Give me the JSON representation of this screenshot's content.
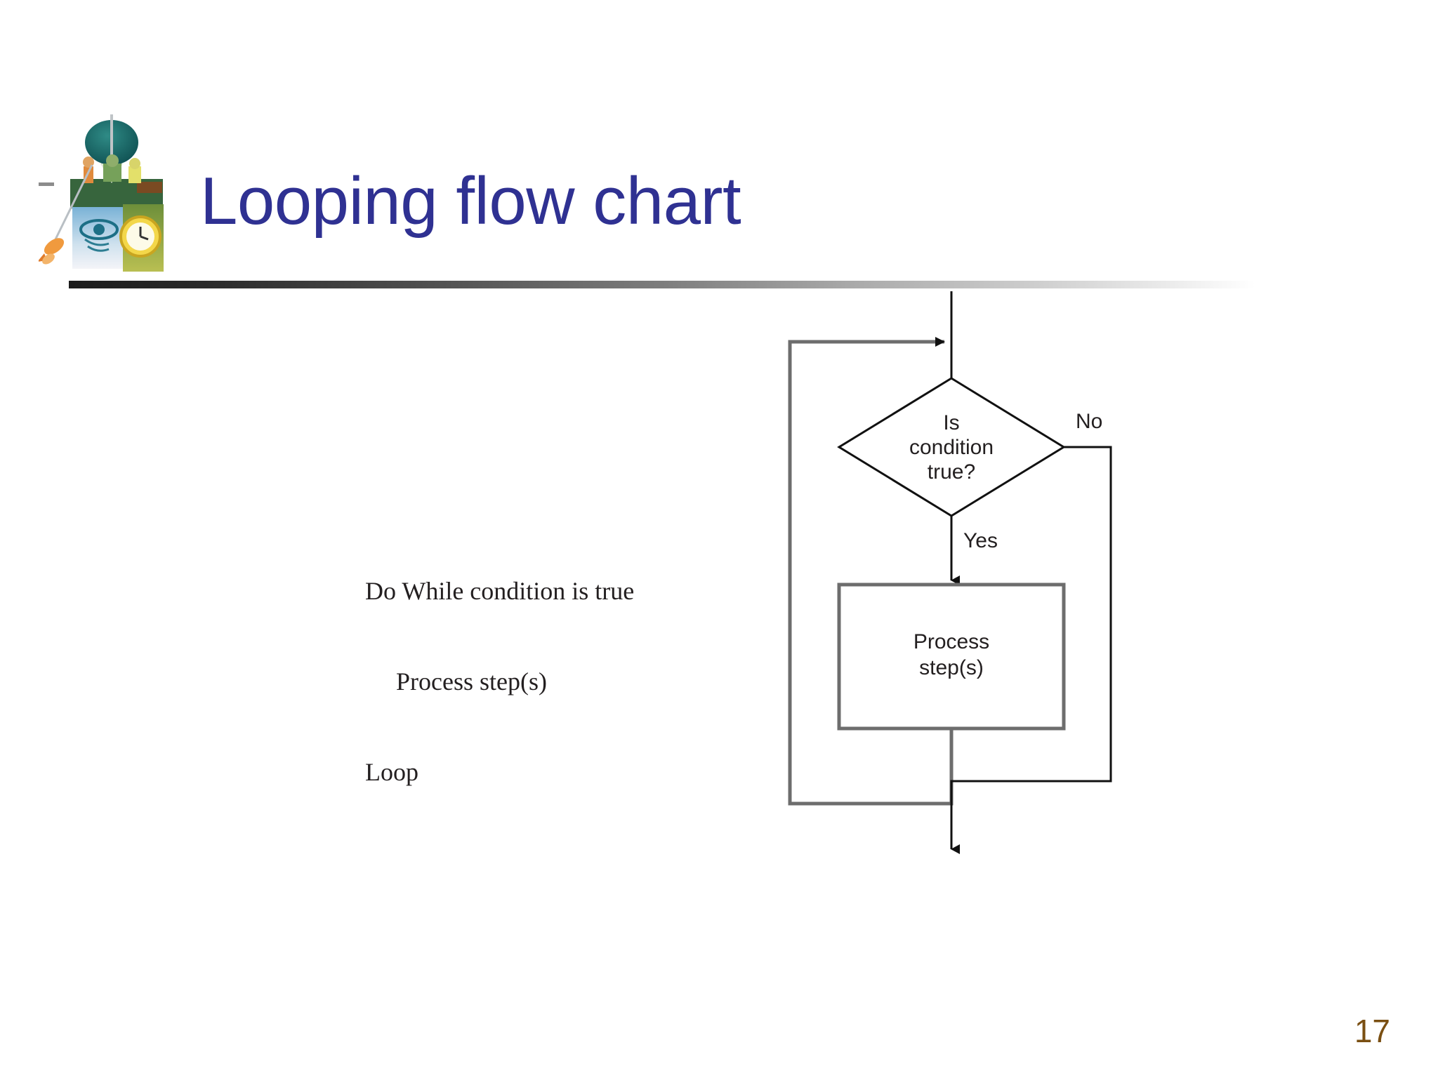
{
  "slide": {
    "title": "Looping flow chart",
    "title_color": "#2f3192",
    "page_number": "17",
    "page_number_color": "#7a4f12",
    "background": "#ffffff",
    "decoration": {
      "clipart_name": "fishing-eye-clock-collage",
      "rule_name": "title-underline-gradient-rule"
    }
  },
  "pseudocode": {
    "name": "do-while-loop-pseudocode",
    "lines": [
      "Do While condition is true",
      "Process step(s)",
      "Loop"
    ],
    "indented": [
      false,
      true,
      false
    ]
  },
  "chart_data": {
    "type": "diagram",
    "title": "Looping flow chart",
    "nodes": [
      {
        "id": "decision",
        "shape": "diamond",
        "label": "Is\ncondition\ntrue?",
        "label_lines": [
          "Is",
          "condition",
          "true?"
        ]
      },
      {
        "id": "process",
        "shape": "rectangle",
        "label": "Process\nstep(s)",
        "label_lines": [
          "Process",
          "step(s)"
        ]
      }
    ],
    "edges": [
      {
        "from": "entry",
        "to": "decision",
        "label": ""
      },
      {
        "from": "decision",
        "to": "process",
        "label": "Yes"
      },
      {
        "from": "decision",
        "to": "exit",
        "label": "No"
      },
      {
        "from": "process",
        "to": "decision",
        "label": ""
      }
    ],
    "edge_labels": {
      "yes": "Yes",
      "no": "No"
    }
  },
  "flowchart": {
    "decision_lines": [
      "Is",
      "condition",
      "true?"
    ],
    "process_lines": [
      "Process",
      "step(s)"
    ],
    "yes_label": "Yes",
    "no_label": "No"
  }
}
